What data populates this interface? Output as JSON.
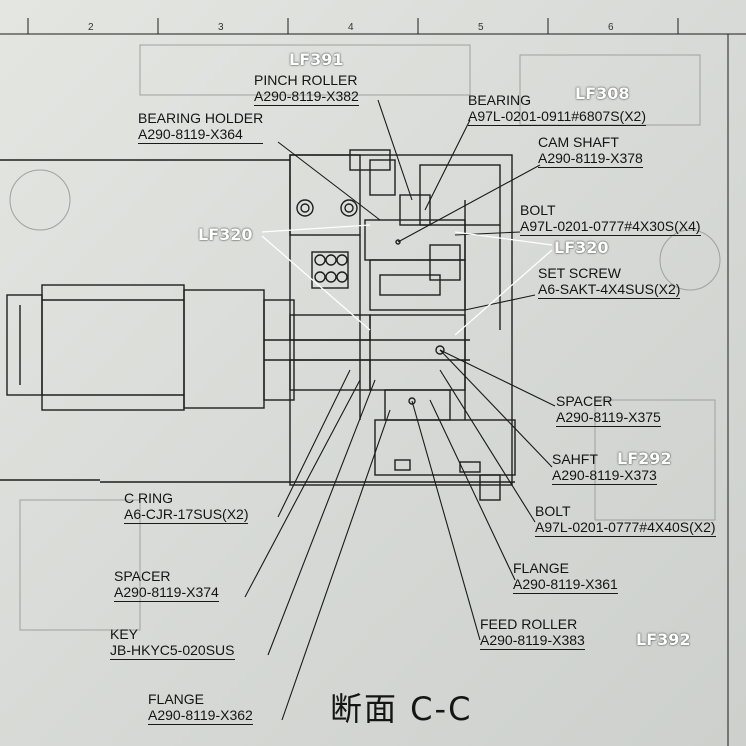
{
  "ruler": [
    "2",
    "3",
    "4",
    "5",
    "6"
  ],
  "section_title": "断面 C-C",
  "overlay_tags": [
    "LF391",
    "LF308",
    "LF320",
    "LF320",
    "LF292",
    "LF392"
  ],
  "parts": [
    {
      "name": "PINCH ROLLER",
      "pn": "A290-8119-X382"
    },
    {
      "name": "BEARING HOLDER",
      "pn": "A290-8119-X364"
    },
    {
      "name": "BEARING",
      "pn": "A97L-0201-0911#6807S(X2)"
    },
    {
      "name": "CAM SHAFT",
      "pn": "A290-8119-X378"
    },
    {
      "name": "BOLT",
      "pn": "A97L-0201-0777#4X30S(X4)"
    },
    {
      "name": "SET SCREW",
      "pn": "A6-SAKT-4X4SUS(X2)"
    },
    {
      "name": "SPACER",
      "pn": "A290-8119-X375"
    },
    {
      "name": "SAHFT",
      "pn": "A290-8119-X373"
    },
    {
      "name": "BOLT",
      "pn": "A97L-0201-0777#4X40S(X2)"
    },
    {
      "name": "FLANGE",
      "pn": "A290-8119-X361"
    },
    {
      "name": "FEED ROLLER",
      "pn": "A290-8119-X383"
    },
    {
      "name": "C RING",
      "pn": "A6-CJR-17SUS(X2)"
    },
    {
      "name": "SPACER",
      "pn": "A290-8119-X374"
    },
    {
      "name": "KEY",
      "pn": "JB-HKYC5-020SUS"
    },
    {
      "name": "FLANGE",
      "pn": "A290-8119-X362"
    }
  ]
}
